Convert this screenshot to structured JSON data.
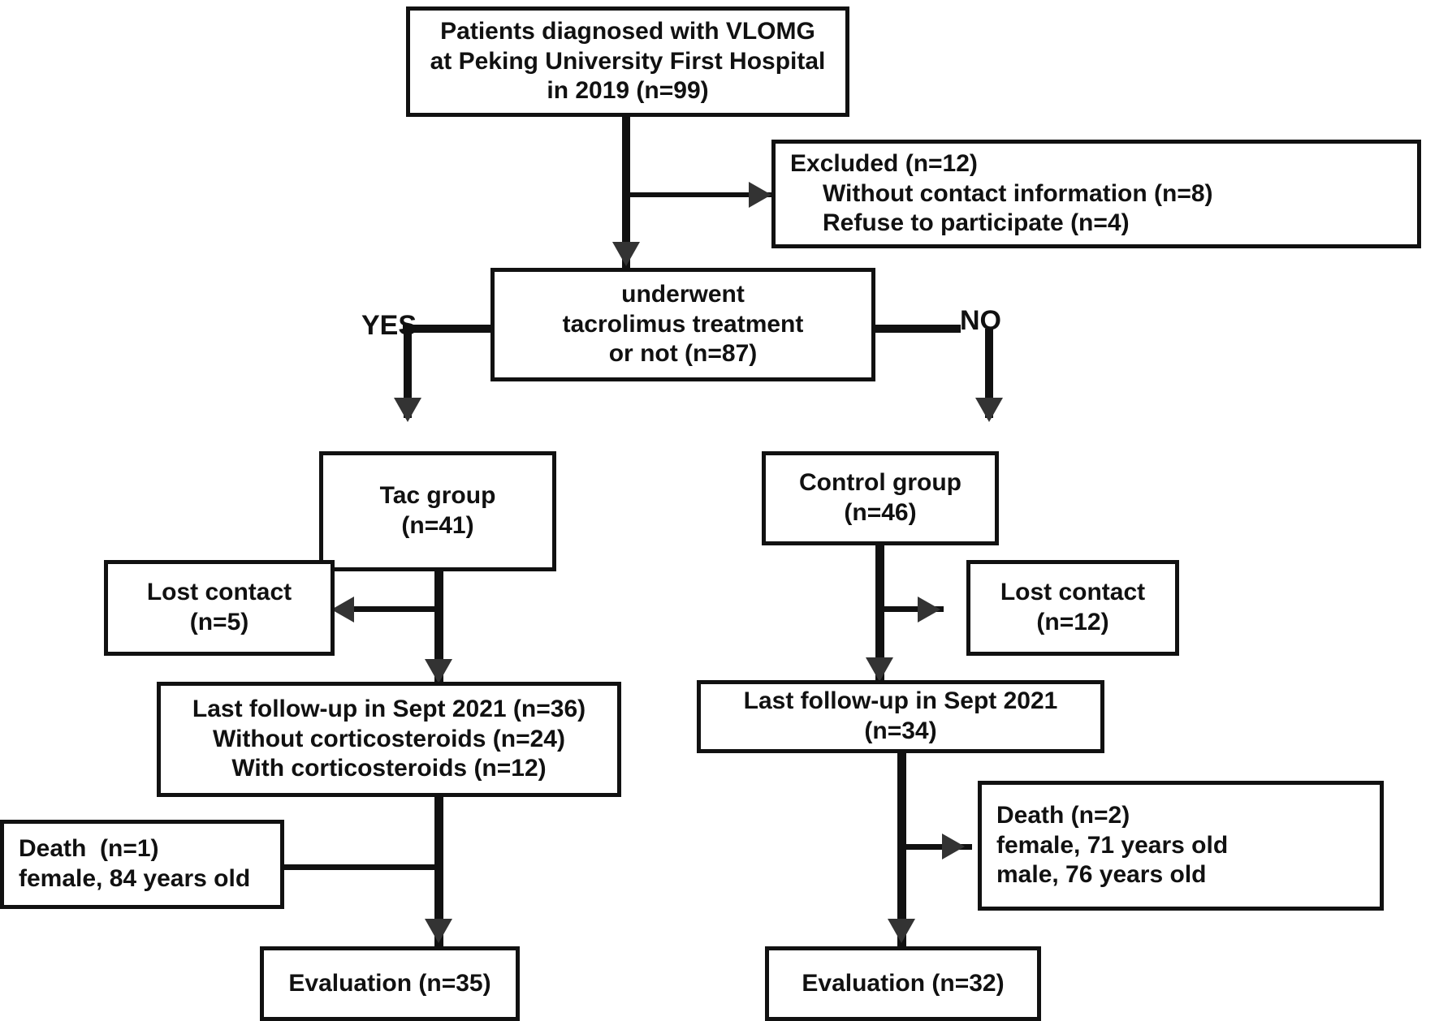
{
  "diagram": {
    "title": "Study flow diagram of VLOMG patients",
    "type": "flowchart",
    "accent_color": "#111111",
    "arrow_color": "#333333",
    "background_color": "#ffffff"
  },
  "nodes": {
    "enrollment": {
      "line1": "Patients diagnosed with VLOMG",
      "line2": "at Peking University First Hospital",
      "line3": "in 2019 (n=99)",
      "n": 99
    },
    "excluded": {
      "line1": "Excluded (n=12)",
      "line2": "Without contact information (n=8)",
      "line3": "Refuse to participate (n=4)",
      "n": 12,
      "without_contact": 8,
      "refused": 4
    },
    "decision": {
      "line1": "underwent",
      "line2": "tacrolimus treatment",
      "line3": "or not (n=87)",
      "n": 87
    },
    "tac_group": {
      "line1": "Tac group",
      "line2": "(n=41)",
      "n": 41
    },
    "control_group": {
      "line1": "Control group",
      "line2": "(n=46)",
      "n": 46
    },
    "tac_lost": {
      "line1": "Lost contact",
      "line2": "(n=5)",
      "n": 5
    },
    "control_lost": {
      "line1": "Lost contact",
      "line2": "(n=12)",
      "n": 12
    },
    "tac_followup": {
      "line1": "Last follow-up in Sept 2021 (n=36)",
      "line2": "Without corticosteroids (n=24)",
      "line3": "With corticosteroids (n=12)",
      "n": 36,
      "without_corticosteroids": 24,
      "with_corticosteroids": 12
    },
    "control_followup": {
      "line1": "Last follow-up in Sept 2021",
      "line2": "(n=34)",
      "n": 34
    },
    "tac_death": {
      "line1": "Death  (n=1)",
      "line2": "female, 84 years old",
      "n": 1
    },
    "control_death": {
      "line1": "Death (n=2)",
      "line2": "female, 71 years old",
      "line3": "male, 76 years old",
      "n": 2
    },
    "tac_evaluation": {
      "line1": "Evaluation (n=35)",
      "n": 35
    },
    "control_evaluation": {
      "line1": "Evaluation (n=32)",
      "n": 32
    }
  },
  "branch_labels": {
    "yes": "YES",
    "no": "NO"
  }
}
